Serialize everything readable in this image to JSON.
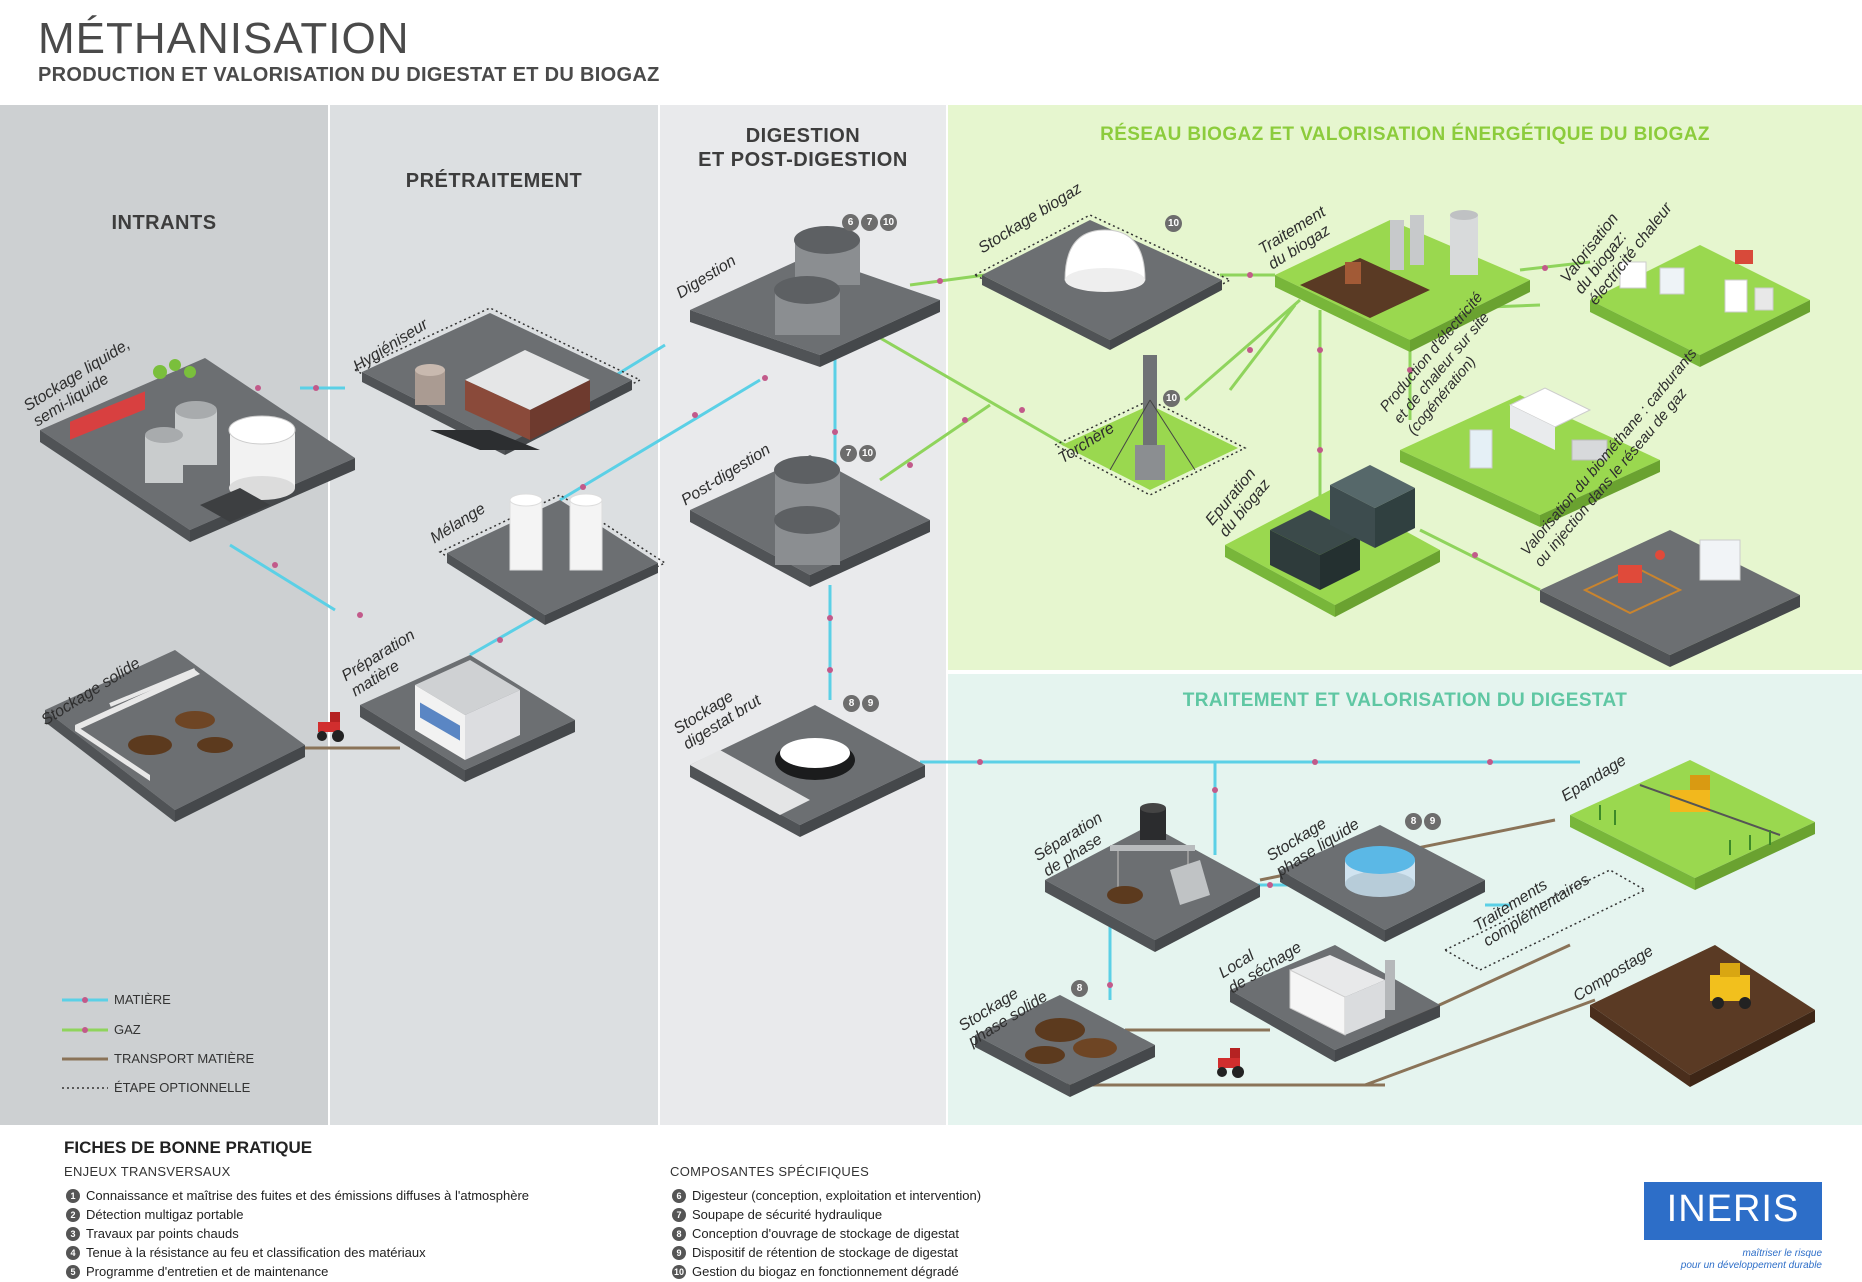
{
  "header": {
    "title": "MÉTHANISATION",
    "subtitle": "PRODUCTION ET VALORISATION DU DIGESTAT ET DU BIOGAZ"
  },
  "columns": {
    "intrants": "INTRANTS",
    "pretraitement": "PRÉTRAITEMENT",
    "digestion_line1": "DIGESTION",
    "digestion_line2": "ET POST-DIGESTION"
  },
  "sections": {
    "biogaz": "RÉSEAU BIOGAZ ET VALORISATION ÉNERGÉTIQUE DU BIOGAZ",
    "digestat": "TRAITEMENT ET VALORISATION DU DIGESTAT"
  },
  "nodes": {
    "stockage_liquide": "Stockage liquide,",
    "stockage_liquide_2": "semi-liquide",
    "stockage_solide": "Stockage solide",
    "hygieniseur": "Hygiéniseur",
    "melange": "Mélange",
    "preparation": "Préparation",
    "preparation_2": "matière",
    "digestion": "Digestion",
    "post_digestion": "Post-digestion",
    "stockage_digestat": "Stockage",
    "stockage_digestat_2": "digestat brut",
    "stockage_biogaz": "Stockage biogaz",
    "traitement_biogaz": "Traitement",
    "traitement_biogaz_2": "du biogaz",
    "torchere": "Torchère",
    "epuration": "Epuration",
    "epuration_2": "du biogaz",
    "valorisation_elec": "Valorisation",
    "valorisation_elec_2": "du biogaz:",
    "valorisation_elec_3": "électricité chaleur",
    "cogeneration": "Production d'électricité",
    "cogeneration_2": "et de chaleur sur site",
    "cogeneration_3": "(cogénération)",
    "biomethane": "Valorisation du biométhane : carburants",
    "biomethane_2": "ou injection dans le réseau de gaz",
    "separation": "Séparation",
    "separation_2": "de phase",
    "stockage_liquide_phase": "Stockage",
    "stockage_liquide_phase_2": "phase liquide",
    "local_sechage": "Local",
    "local_sechage_2": "de séchage",
    "stockage_solide_phase": "Stockage",
    "stockage_solide_phase_2": "phase solide",
    "epandage": "Epandage",
    "traitements_compl": "Traitements",
    "traitements_compl_2": "complémentaires",
    "compostage": "Compostage"
  },
  "badges": {
    "digestion": [
      "6",
      "7",
      "10"
    ],
    "post_digestion": [
      "7",
      "10"
    ],
    "stockage_digestat": [
      "8",
      "9"
    ],
    "stockage_biogaz": [
      "10"
    ],
    "torchere": [
      "10"
    ],
    "stockage_liquide_phase": [
      "8",
      "9"
    ],
    "stockage_solide_phase": [
      "8"
    ]
  },
  "legend": {
    "matiere": "MATIÈRE",
    "gaz": "GAZ",
    "transport": "TRANSPORT MATIÈRE",
    "optionnelle": "ÉTAPE OPTIONNELLE"
  },
  "fiches": {
    "title": "FICHES DE BONNE PRATIQUE",
    "enjeux_title": "ENJEUX TRANSVERSAUX",
    "enjeux": [
      {
        "n": "1",
        "text": "Connaissance et maîtrise des fuites et des émissions diffuses à l'atmosphère"
      },
      {
        "n": "2",
        "text": "Détection multigaz portable"
      },
      {
        "n": "3",
        "text": "Travaux par points chauds"
      },
      {
        "n": "4",
        "text": "Tenue à la résistance au feu et classification des matériaux"
      },
      {
        "n": "5",
        "text": "Programme d'entretien et de maintenance"
      }
    ],
    "composantes_title": "COMPOSANTES SPÉCIFIQUES",
    "composantes": [
      {
        "n": "6",
        "text": "Digesteur (conception, exploitation et intervention)"
      },
      {
        "n": "7",
        "text": "Soupape de sécurité hydraulique"
      },
      {
        "n": "8",
        "text": "Conception d'ouvrage de stockage de digestat"
      },
      {
        "n": "9",
        "text": "Dispositif de rétention de stockage de digestat"
      },
      {
        "n": "10",
        "text": "Gestion du biogaz en fonctionnement dégradé"
      }
    ]
  },
  "logo": {
    "name": "INERIS",
    "tagline_1": "maîtriser le risque",
    "tagline_2": "pour un développement durable"
  },
  "colors": {
    "matiere": "#5bd0e6",
    "gaz": "#8fd45c",
    "transport": "#8a7358",
    "col1": "#cdd0d2",
    "col2": "#dcdfe1",
    "col3": "#e9eaec",
    "biogaz_bg": "#e6f6cf",
    "digestat_bg": "#e5f4ef",
    "biogaz_title": "#8ccc3c",
    "digestat_title": "#5fc7a3",
    "platform": "#6c6f72",
    "platform_side": "#505356",
    "green_platform": "#9ad84f",
    "brand": "#2d6ec8"
  }
}
